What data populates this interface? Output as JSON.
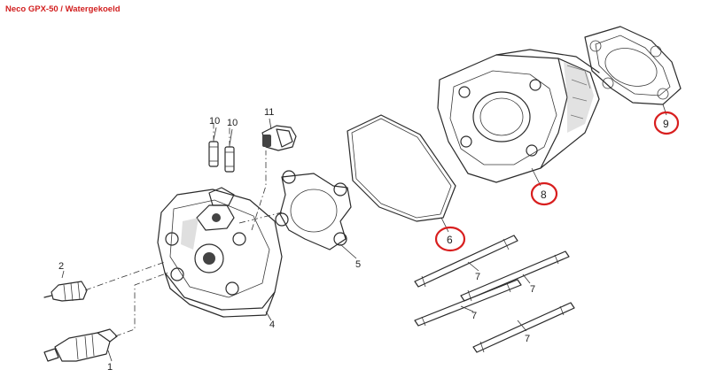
{
  "title": "Neco GPX-50 / Watergekoeld",
  "parts": [
    {
      "id": "spark-plug-1",
      "number": "1"
    },
    {
      "id": "spark-plug-2",
      "number": "2"
    },
    {
      "id": "cylinder-head",
      "number": "4"
    },
    {
      "id": "head-gasket",
      "number": "5"
    },
    {
      "id": "o-ring-gasket",
      "number": "6",
      "highlighted": true
    },
    {
      "id": "stud-bolt-a",
      "number": "7"
    },
    {
      "id": "stud-bolt-b",
      "number": "7"
    },
    {
      "id": "stud-bolt-c",
      "number": "7"
    },
    {
      "id": "stud-bolt-d",
      "number": "7"
    },
    {
      "id": "cylinder",
      "number": "8",
      "highlighted": true
    },
    {
      "id": "base-gasket",
      "number": "9",
      "highlighted": true
    },
    {
      "id": "dowel-pin-a",
      "number": "10"
    },
    {
      "id": "dowel-pin-b",
      "number": "10"
    },
    {
      "id": "temperature-sensor",
      "number": "11"
    }
  ],
  "highlight_color": "#d81e1e",
  "title_color": "#d21f1f"
}
